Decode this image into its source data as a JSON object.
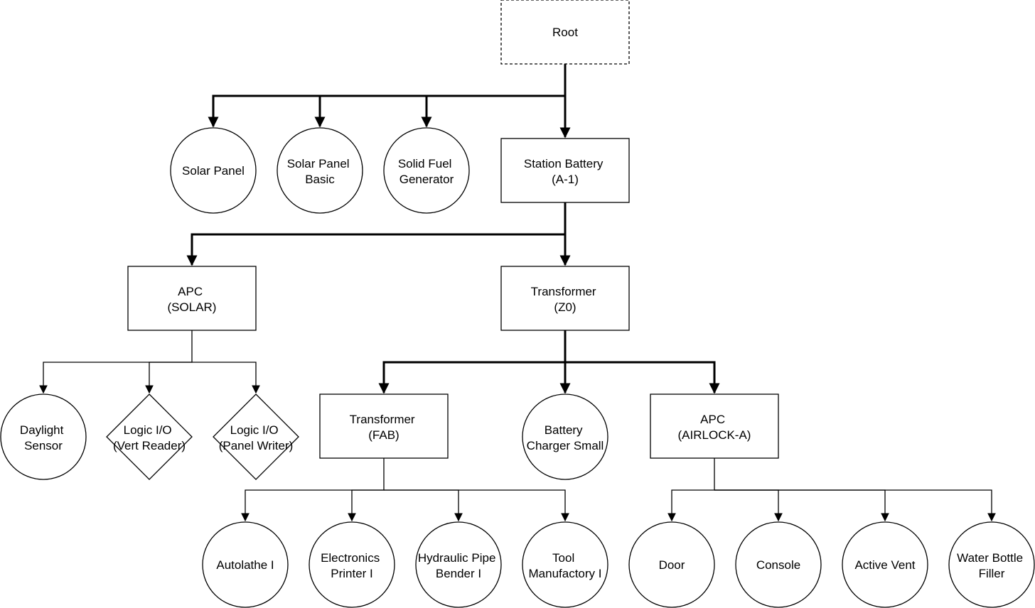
{
  "diagram": {
    "nodes": {
      "root": {
        "lines": [
          "Root"
        ]
      },
      "solar_panel": {
        "lines": [
          "Solar Panel"
        ]
      },
      "solar_panel_basic": {
        "lines": [
          "Solar Panel",
          "Basic"
        ]
      },
      "solid_fuel": {
        "lines": [
          "Solid Fuel",
          "Generator"
        ]
      },
      "station_battery": {
        "lines": [
          "Station Battery",
          "(A-1)"
        ]
      },
      "apc_solar": {
        "lines": [
          "APC",
          "(SOLAR)"
        ]
      },
      "transformer_z0": {
        "lines": [
          "Transformer",
          "(Z0)"
        ]
      },
      "daylight_sensor": {
        "lines": [
          "Daylight",
          "Sensor"
        ]
      },
      "logic_vert": {
        "lines": [
          "Logic I/O",
          "(Vert Reader)"
        ]
      },
      "logic_panel": {
        "lines": [
          "Logic I/O",
          "(Panel Writer)"
        ]
      },
      "transformer_fab": {
        "lines": [
          "Transformer",
          "(FAB)"
        ]
      },
      "battery_charger": {
        "lines": [
          "Battery",
          "Charger Small"
        ]
      },
      "apc_airlock": {
        "lines": [
          "APC",
          "(AIRLOCK-A)"
        ]
      },
      "autolathe": {
        "lines": [
          "Autolathe I"
        ]
      },
      "electronics_printer": {
        "lines": [
          "Electronics",
          "Printer I"
        ]
      },
      "pipe_bender": {
        "lines": [
          "Hydraulic Pipe",
          "Bender I"
        ]
      },
      "tool_manufactory": {
        "lines": [
          "Tool",
          "Manufactory I"
        ]
      },
      "door": {
        "lines": [
          "Door"
        ]
      },
      "console": {
        "lines": [
          "Console"
        ]
      },
      "active_vent": {
        "lines": [
          "Active Vent"
        ]
      },
      "water_bottle": {
        "lines": [
          "Water Bottle",
          "Filler"
        ]
      }
    }
  }
}
